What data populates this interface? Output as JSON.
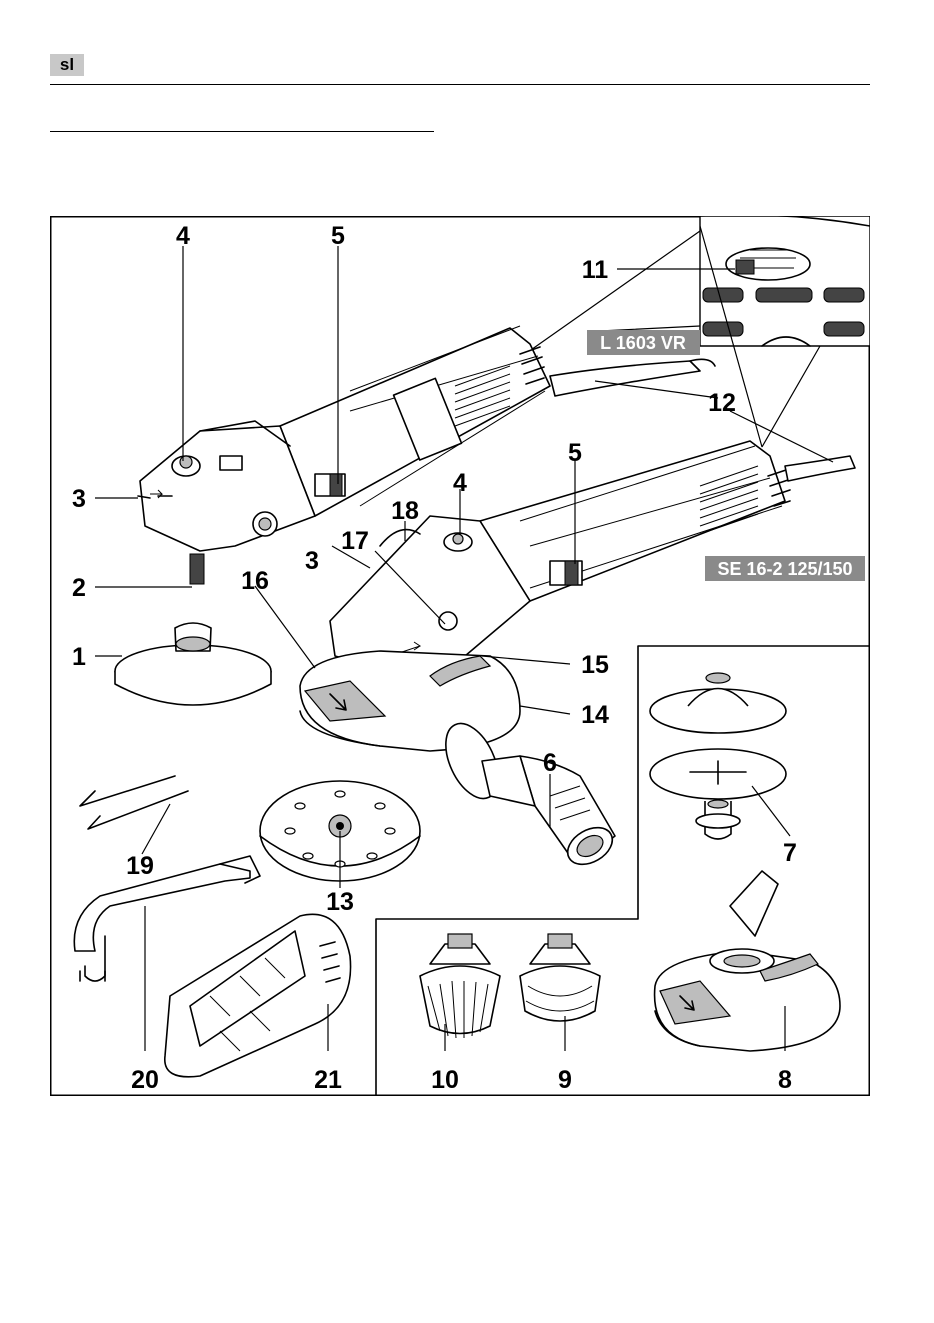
{
  "header": {
    "language_code": "sl"
  },
  "figure": {
    "models": {
      "polisher": "L 1603 VR",
      "grinder": "SE 16-2 125/150"
    },
    "callouts": [
      "1",
      "2",
      "3",
      "4",
      "5",
      "3",
      "4",
      "5",
      "6",
      "7",
      "8",
      "9",
      "10",
      "11",
      "12",
      "13",
      "14",
      "15",
      "16",
      "17",
      "18",
      "19",
      "20",
      "21"
    ]
  }
}
